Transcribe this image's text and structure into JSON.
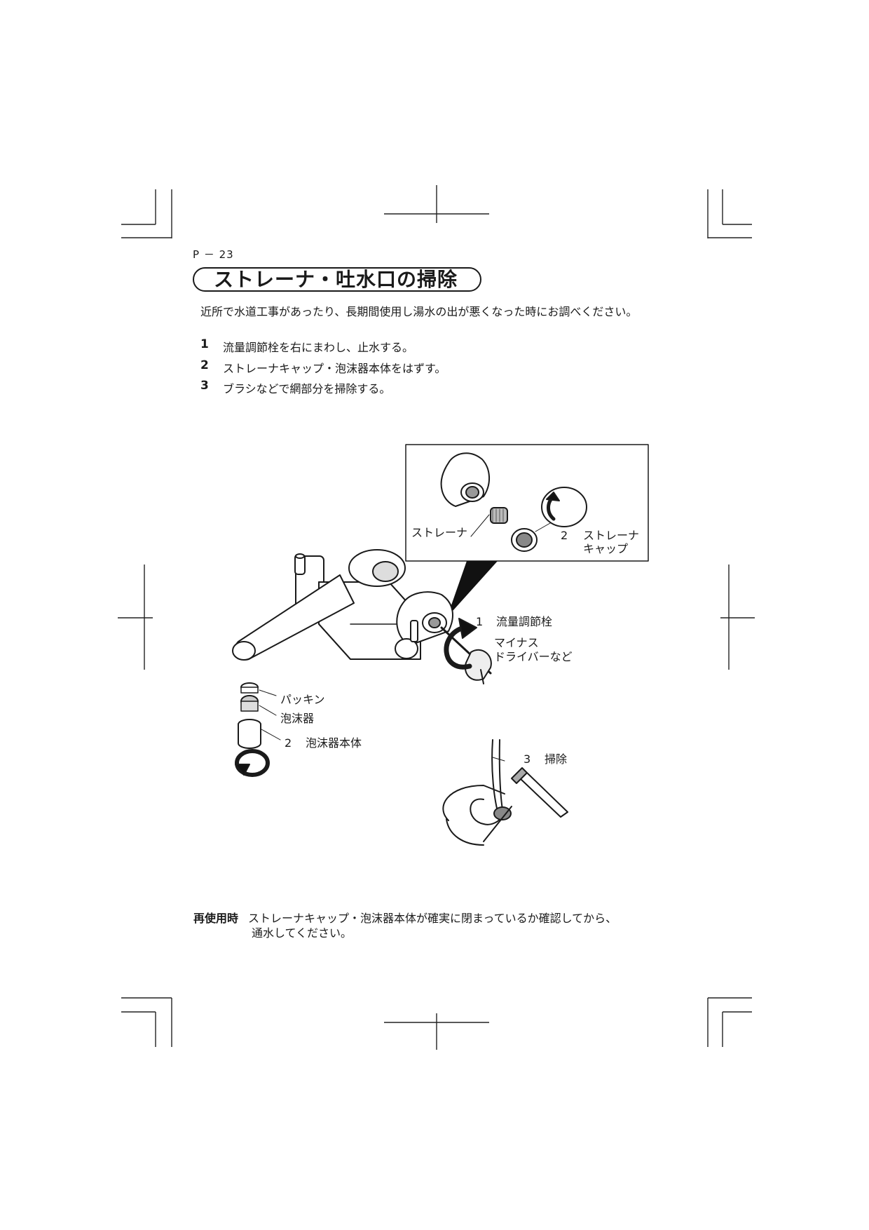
{
  "page": {
    "number": "P － 23",
    "title": "ストレーナ・吐水口の掃除",
    "intro": "近所で水道工事があったり、長期間使用し湯水の出が悪くなった時にお調べください。"
  },
  "steps": [
    {
      "num": "1",
      "text": "流量調節栓を右にまわし、止水する。"
    },
    {
      "num": "2",
      "text": "ストレーナキャップ・泡沫器本体をはずす。"
    },
    {
      "num": "3",
      "text": "ブラシなどで網部分を掃除する。"
    }
  ],
  "figure": {
    "inset": {
      "strainer": "ストレーナ",
      "cap_num": "2",
      "cap_line1": "ストレーナ",
      "cap_line2": "キャップ"
    },
    "main": {
      "valve_num": "1",
      "valve": "流量調節栓",
      "driver_line1": "マイナス",
      "driver_line2": "ドライバーなど",
      "packing": "パッキン",
      "aerator": "泡沫器",
      "aerator_body_num": "2",
      "aerator_body": "泡沫器本体"
    },
    "clean": {
      "num": "3",
      "label": "掃除"
    }
  },
  "note": {
    "label": "再使用時",
    "line1": "ストレーナキャップ・泡沫器本体が確実に閉まっているか確認してから、",
    "line2": "通水してください。"
  }
}
